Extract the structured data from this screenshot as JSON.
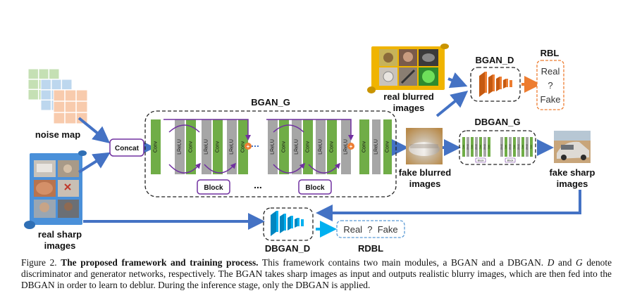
{
  "labels": {
    "noise_map": "noise map",
    "real_sharp_line1": "real sharp",
    "real_sharp_line2": "images",
    "real_blurred_line1": "real blurred",
    "real_blurred_line2": "images",
    "fake_blurred_line1": "fake blurred",
    "fake_blurred_line2": "images",
    "fake_sharp_line1": "fake sharp",
    "fake_sharp_line2": "images",
    "concat": "Concat",
    "bgan_g": "BGAN_G",
    "bgan_d": "BGAN_D",
    "dbgan_g": "DBGAN_G",
    "dbgan_d": "DBGAN_D",
    "rbl": "RBL",
    "rdbl": "RDBL",
    "real": "Real",
    "question": "?",
    "fake": "Fake",
    "real_q_fake": "Real  ?  Fake",
    "block": "Block",
    "ellipsis": "...",
    "conv": "Conv",
    "lrelu": "LReLU",
    "plus": "+"
  },
  "colors": {
    "arrow_blue": "#4472C4",
    "conv_green": "#70AD47",
    "lrelu_gray": "#A6A6A6",
    "skip_purple": "#7030A0",
    "plus_orange": "#ED7D31",
    "noise_green": "#C5E0B4",
    "noise_blue": "#BDD7EE",
    "noise_peach": "#F8CBAD",
    "scroll_blue": "#4A90D9",
    "scroll_gold": "#F0B400",
    "disc_orange": "#ED7D31",
    "disc_cyan": "#00B0F0"
  },
  "caption": {
    "figure": "Figure 2. ",
    "bold": "The proposed framework and training process.",
    "text1": " This framework contains two main modules, a BGAN and a DBGAN. ",
    "d_sym": "D",
    "text2": " and ",
    "g_sym": "G",
    "text3": " denote discriminator and generator networks, respectively. The BGAN takes sharp images as input and outputs realistic blurry images, which are then fed into the DBGAN in order to learn to deblur. During the inference stage, only the DBGAN is applied."
  }
}
